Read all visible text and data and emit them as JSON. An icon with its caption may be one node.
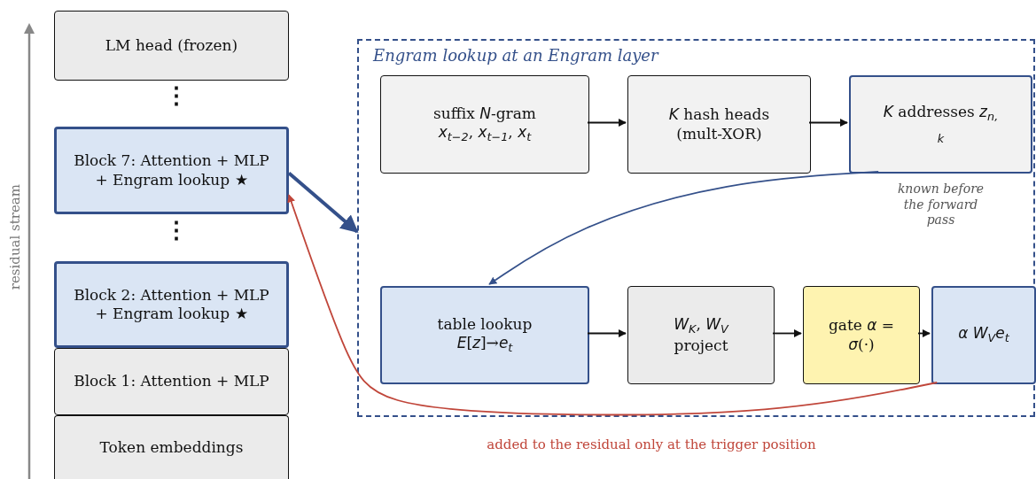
{
  "diagram": {
    "nodes": [
      {
        "text": [
          "LM head (frozen)"
        ]
      },
      {
        "text": [
          "Block 7: Attention + MLP + Engram lookup ★"
        ]
      },
      {
        "text": [
          "Block 2: Attention + MLP + Engram lookup ★"
        ]
      },
      {
        "text": [
          "Block 1: Attention + MLP"
        ]
      },
      {
        "text": [
          "Token embeddings"
        ]
      },
      {
        "text": [
          "Engram lookup at an Engram layer"
        ]
      },
      {
        "text": [
          "suffix *N*-gram *x*$_{t−2}$, *x*$_{t−1}$, *x*$_{t}$"
        ],
        "in": 5
      },
      {
        "text": [
          "*K* hash heads (mult-XOR)"
        ],
        "in": 5
      },
      {
        "text": [
          "*K* addresses *z*$_{n, k}$"
        ],
        "in": 5,
        "beside": [
          "known before the forward pass"
        ]
      },
      {
        "text": [
          "table lookup *E*[*z*]→*e*$_{t}$"
        ],
        "in": 5
      },
      {
        "text": [
          "*W*$_{K}$, *W*$_{V}$ project"
        ],
        "in": 5
      },
      {
        "text": [
          "gate *α* = *σ*(·)"
        ],
        "in": 5
      },
      {
        "text": [
          "*α W*$_{V}$*e*$_{t}$"
        ],
        "in": 5
      }
    ],
    "edges": [
      {
        "from": 1,
        "to": 5,
        "arrow": "to",
        "style": "thick",
        "color": "#34508a"
      },
      {
        "from": 6,
        "to": 7,
        "arrow": "to"
      },
      {
        "from": 7,
        "to": 8,
        "arrow": "to"
      },
      {
        "from": 8,
        "to": 9,
        "arrow": "to",
        "color": "#34508a"
      },
      {
        "from": 9,
        "to": 10,
        "arrow": "to"
      },
      {
        "from": 10,
        "to": 11,
        "arrow": "to"
      },
      {
        "from": 11,
        "to": 12,
        "arrow": "to"
      },
      {
        "from": 12,
        "to": 1,
        "arrow": "to",
        "color": "#c0463a"
      }
    ],
    "labels": [
      "⋮",
      "⋮",
      "residual stream",
      "added to the residual only at the trigger position"
    ]
  }
}
